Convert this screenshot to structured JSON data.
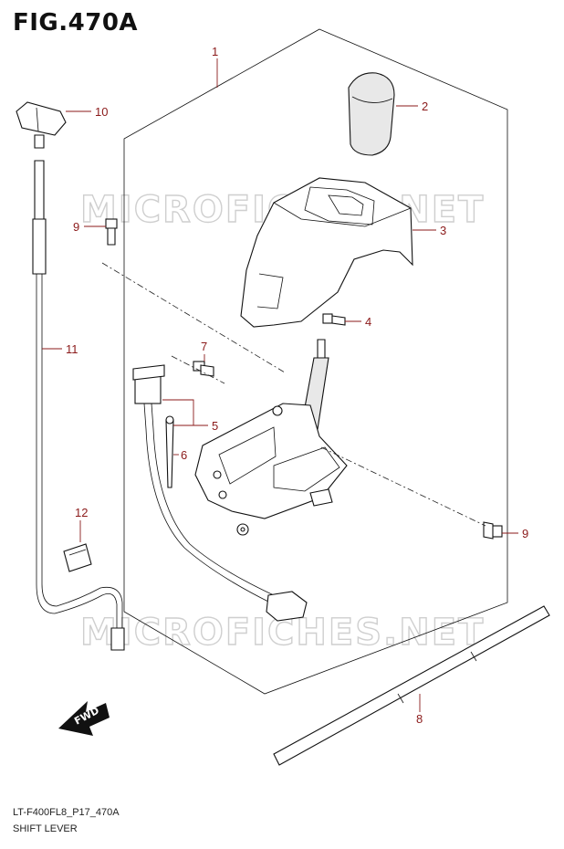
{
  "figure": {
    "title": "FIG.470A",
    "code": "LT-F400FL8_P17_470A",
    "name": "SHIFT LEVER"
  },
  "watermark": "MICROFICHES.NET",
  "fwd_label": "FWD",
  "callouts": [
    {
      "id": "c1",
      "label": "1",
      "part": "shift-lever-assembly"
    },
    {
      "id": "c2",
      "label": "2",
      "part": "knob"
    },
    {
      "id": "c3",
      "label": "3",
      "part": "lever-cover"
    },
    {
      "id": "c4",
      "label": "4",
      "part": "cover-bolt"
    },
    {
      "id": "c5",
      "label": "5",
      "part": "switch-assembly"
    },
    {
      "id": "c6",
      "label": "6",
      "part": "cable-tie"
    },
    {
      "id": "c7",
      "label": "7",
      "part": "switch-bolt"
    },
    {
      "id": "c8",
      "label": "8",
      "part": "shift-rod"
    },
    {
      "id": "c9a",
      "label": "9",
      "part": "bracket-bolt-left"
    },
    {
      "id": "c9b",
      "label": "9",
      "part": "bracket-bolt-right"
    },
    {
      "id": "c10",
      "label": "10",
      "part": "cable-end-clamp"
    },
    {
      "id": "c11",
      "label": "11",
      "part": "shift-cable"
    },
    {
      "id": "c12",
      "label": "12",
      "part": "cable-clip"
    }
  ],
  "colors": {
    "callout": "#8b1a1a",
    "line": "#111111",
    "watermark": "#cfcfcf"
  }
}
